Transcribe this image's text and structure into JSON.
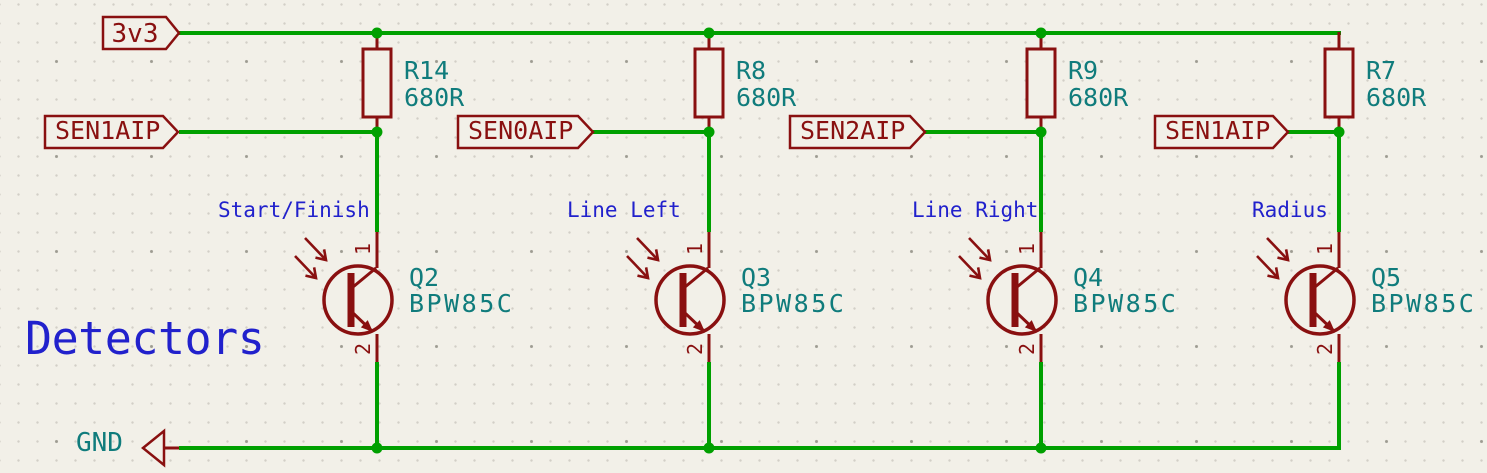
{
  "sheet": {
    "title_note": "Detectors",
    "power_rail_label": "3v3",
    "ground_label": "GND"
  },
  "colors": {
    "background": "#F2F0E8",
    "wire_green": "#00A000",
    "symbol_dark_red": "#891010",
    "annotation_teal": "#107C7C",
    "note_blue": "#2121CC"
  },
  "columns": [
    {
      "caption": "Start/Finish",
      "net_label": "SEN1AIP",
      "resistor": {
        "ref": "R14",
        "value": "680R"
      },
      "transistor": {
        "ref": "Q2",
        "value": "BPW85C",
        "pin_top": "1",
        "pin_bottom": "2"
      }
    },
    {
      "caption": "Line Left",
      "net_label": "SEN0AIP",
      "resistor": {
        "ref": "R8",
        "value": "680R"
      },
      "transistor": {
        "ref": "Q3",
        "value": "BPW85C",
        "pin_top": "1",
        "pin_bottom": "2"
      }
    },
    {
      "caption": "Line Right",
      "net_label": "SEN2AIP",
      "resistor": {
        "ref": "R9",
        "value": "680R"
      },
      "transistor": {
        "ref": "Q4",
        "value": "BPW85C",
        "pin_top": "1",
        "pin_bottom": "2"
      }
    },
    {
      "caption": "Radius",
      "net_label": "SEN1AIP",
      "resistor": {
        "ref": "R7",
        "value": "680R"
      },
      "transistor": {
        "ref": "Q5",
        "value": "BPW85C",
        "pin_top": "1",
        "pin_bottom": "2"
      }
    }
  ]
}
